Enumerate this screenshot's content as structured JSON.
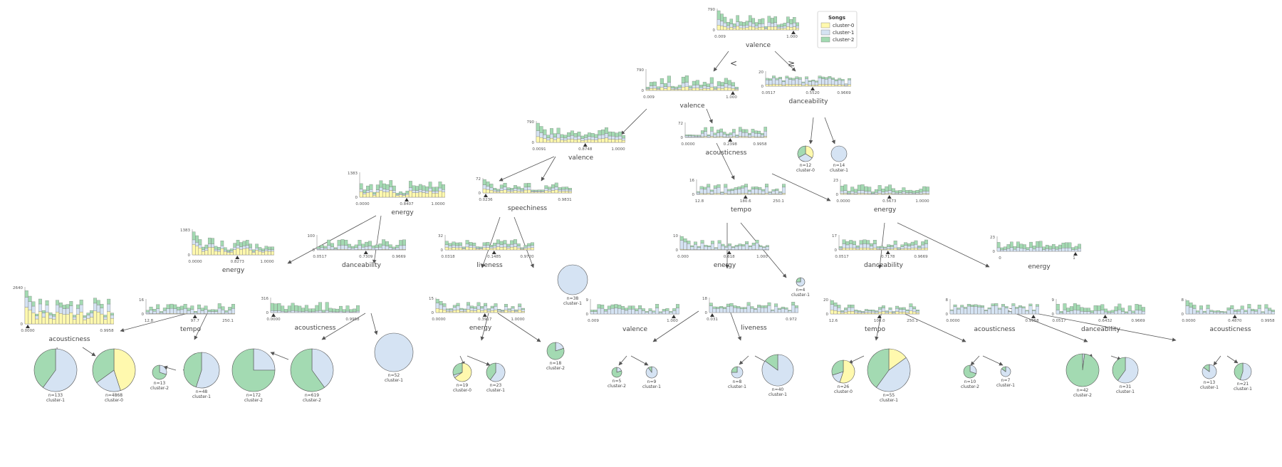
{
  "colors": {
    "cluster-0": "#fff9ae",
    "cluster-1": "#d5e3f3",
    "cluster-2": "#a3dab2",
    "edge": "#555555",
    "hist_edge": "#707070"
  },
  "legend": {
    "title": "Songs",
    "items": [
      "cluster-0",
      "cluster-1",
      "cluster-2"
    ]
  },
  "root_split_labels": {
    "left": "<",
    "right": "≥"
  },
  "nodes": [
    {
      "id": "n1",
      "feature": "valence",
      "ymax": "790",
      "ticks": [
        "0.009",
        "1.000"
      ],
      "split": "1.000",
      "mix": [
        0.25,
        0.3,
        0.45
      ]
    },
    {
      "id": "n2",
      "feature": "valence",
      "ymax": "790",
      "ticks": [
        "0.009",
        "1.000"
      ],
      "split": "1.000",
      "mix": [
        0.25,
        0.3,
        0.45
      ]
    },
    {
      "id": "n3",
      "feature": "danceability",
      "ymax": "20",
      "ticks": [
        "0.0517",
        "0.5520",
        "0.9669"
      ],
      "split": "0.5520",
      "mix": [
        0.2,
        0.6,
        0.2
      ]
    },
    {
      "id": "n4",
      "feature": "valence",
      "ymax": "790",
      "ticks": [
        "0.0091",
        "0.8748",
        "1.0000"
      ],
      "split": "0.8748",
      "mix": [
        0.3,
        0.3,
        0.4
      ]
    },
    {
      "id": "n5",
      "feature": "acousticness",
      "ymax": "72",
      "ticks": [
        "0.0000",
        "0.2398",
        "0.9958"
      ],
      "split": "0.2398",
      "mix": [
        0.1,
        0.5,
        0.4
      ]
    },
    {
      "id": "n6",
      "feature": "energy",
      "ymax": "1383",
      "ticks": [
        "0.0000",
        "0.8407",
        "1.0000"
      ],
      "split": "0.8407",
      "mix": [
        0.4,
        0.2,
        0.4
      ]
    },
    {
      "id": "n7",
      "feature": "speechiness",
      "ymax": "72",
      "ticks": [
        "0.0236",
        "0.9831"
      ],
      "split": "0.0236",
      "mix": [
        0.3,
        0.3,
        0.4
      ]
    },
    {
      "id": "n8",
      "feature": "tempo",
      "ymax": "16",
      "ticks": [
        "12.8",
        "180.6",
        "250.1"
      ],
      "split": "180.6",
      "mix": [
        0.1,
        0.6,
        0.3
      ]
    },
    {
      "id": "n9",
      "feature": "energy",
      "ymax": "23",
      "ticks": [
        "0.0000",
        "0.5673",
        "1.0000"
      ],
      "split": "0.5673",
      "mix": [
        0.1,
        0.3,
        0.6
      ]
    },
    {
      "id": "n10",
      "feature": "energy",
      "ymax": "1383",
      "ticks": [
        "0.0000",
        "0.8273",
        "1.0000"
      ],
      "split": "0.8273",
      "mix": [
        0.45,
        0.2,
        0.35
      ]
    },
    {
      "id": "n11",
      "feature": "danceability",
      "ymax": "100",
      "ticks": [
        "0.0517",
        "0.7309",
        "0.9669"
      ],
      "split": "0.7309",
      "mix": [
        0.05,
        0.4,
        0.55
      ]
    },
    {
      "id": "n12",
      "feature": "liveness",
      "ymax": "32",
      "ticks": [
        "0.0318",
        "0.1485",
        "0.9720"
      ],
      "split": "0.1485",
      "mix": [
        0.3,
        0.3,
        0.4
      ]
    },
    {
      "id": "n13",
      "feature": "energy",
      "ymax": "10",
      "ticks": [
        "0.000",
        "0.618",
        "1.000"
      ],
      "split": "0.618",
      "mix": [
        0.05,
        0.65,
        0.3
      ]
    },
    {
      "id": "n14",
      "feature": "danceability",
      "ymax": "17",
      "ticks": [
        "0.0517",
        "0.7178",
        "0.9669"
      ],
      "split": "0.7178",
      "mix": [
        0.2,
        0.4,
        0.4
      ]
    },
    {
      "id": "n15",
      "feature": "energy",
      "ymax": "23",
      "ticks": [
        "0",
        "1"
      ],
      "split": "0.9",
      "mix": [
        0.0,
        0.4,
        0.6
      ]
    },
    {
      "id": "n16",
      "feature": "acousticness",
      "ymax": "2640",
      "ticks": [
        "0.0000",
        "0.9958"
      ],
      "split": "0.0000",
      "mix": [
        0.5,
        0.3,
        0.2
      ]
    },
    {
      "id": "n17",
      "feature": "tempo",
      "ymax": "16",
      "ticks": [
        "12.8",
        "97.7",
        "250.1"
      ],
      "split": "97.7",
      "mix": [
        0.05,
        0.5,
        0.45
      ]
    },
    {
      "id": "n18",
      "feature": "acousticness",
      "ymax": "316",
      "ticks": [
        "0.0000",
        "0.9958"
      ],
      "split": "0.0000",
      "mix": [
        0.0,
        0.2,
        0.8
      ]
    },
    {
      "id": "n19",
      "feature": "energy",
      "ymax": "15",
      "ticks": [
        "0.0000",
        "0.3917",
        "1.0000"
      ],
      "split": "0.3917",
      "mix": [
        0.3,
        0.4,
        0.3
      ]
    },
    {
      "id": "n20",
      "feature": "valence",
      "ymax": "9",
      "ticks": [
        "0.009",
        "1.000"
      ],
      "split": "1.000",
      "mix": [
        0.0,
        0.6,
        0.4
      ]
    },
    {
      "id": "n21",
      "feature": "liveness",
      "ymax": "18",
      "ticks": [
        "0.031",
        "0.972"
      ],
      "split": "0.031",
      "mix": [
        0.0,
        0.7,
        0.3
      ]
    },
    {
      "id": "n22",
      "feature": "tempo",
      "ymax": "20",
      "ticks": [
        "12.6",
        "100.0",
        "250.1"
      ],
      "split": "100.0",
      "mix": [
        0.3,
        0.4,
        0.3
      ]
    },
    {
      "id": "n23",
      "feature": "acousticness",
      "ymax": "8",
      "ticks": [
        "0.0000",
        "0.9958"
      ],
      "split": "0.9958",
      "mix": [
        0.0,
        0.8,
        0.2
      ]
    },
    {
      "id": "n24",
      "feature": "danceability",
      "ymax": "9",
      "ticks": [
        "0.0517",
        "0.6432",
        "0.9669"
      ],
      "split": "0.6432",
      "mix": [
        0.0,
        0.4,
        0.6
      ]
    },
    {
      "id": "n25",
      "feature": "acousticness",
      "ymax": "8",
      "ticks": [
        "0.0000",
        "0.4870",
        "0.9958"
      ],
      "split": "0.4870",
      "mix": [
        0.0,
        0.6,
        0.4
      ]
    }
  ],
  "leaves": [
    {
      "id": "l1",
      "n": "n=12",
      "cls": "cluster-0",
      "parts": [
        0.34,
        0.33,
        0.33
      ]
    },
    {
      "id": "l2",
      "n": "n=14",
      "cls": "cluster-1",
      "parts": [
        0,
        1,
        0
      ]
    },
    {
      "id": "l3",
      "n": "n=38",
      "cls": "cluster-1",
      "parts": [
        0,
        1,
        0
      ]
    },
    {
      "id": "l4",
      "n": "n=4",
      "cls": "cluster-1",
      "parts": [
        0,
        0.75,
        0.25
      ]
    },
    {
      "id": "l5",
      "n": "n=52",
      "cls": "cluster-1",
      "parts": [
        0,
        1,
        0
      ]
    },
    {
      "id": "l6",
      "n": "n=18",
      "cls": "cluster-2",
      "parts": [
        0,
        0.2,
        0.8
      ]
    },
    {
      "id": "l7",
      "n": "n=133",
      "cls": "cluster-1",
      "parts": [
        0,
        0.6,
        0.4
      ]
    },
    {
      "id": "l8",
      "n": "n=4868",
      "cls": "cluster-0",
      "parts": [
        0.45,
        0.2,
        0.35
      ]
    },
    {
      "id": "l9",
      "n": "n=13",
      "cls": "cluster-2",
      "parts": [
        0,
        0.3,
        0.7
      ]
    },
    {
      "id": "l10",
      "n": "n=48",
      "cls": "cluster-1",
      "parts": [
        0,
        0.55,
        0.45
      ]
    },
    {
      "id": "l11",
      "n": "n=172",
      "cls": "cluster-2",
      "parts": [
        0,
        0.25,
        0.75
      ]
    },
    {
      "id": "l12",
      "n": "n=619",
      "cls": "cluster-2",
      "parts": [
        0,
        0.4,
        0.6
      ]
    },
    {
      "id": "l13",
      "n": "n=19",
      "cls": "cluster-0",
      "parts": [
        0.65,
        0.05,
        0.3
      ]
    },
    {
      "id": "l14",
      "n": "n=23",
      "cls": "cluster-1",
      "parts": [
        0,
        0.6,
        0.4
      ]
    },
    {
      "id": "l15",
      "n": "n=5",
      "cls": "cluster-2",
      "parts": [
        0,
        0.2,
        0.8
      ]
    },
    {
      "id": "l16",
      "n": "n=9",
      "cls": "cluster-1",
      "parts": [
        0,
        0.9,
        0.1
      ]
    },
    {
      "id": "l17",
      "n": "n=8",
      "cls": "cluster-1",
      "parts": [
        0,
        0.75,
        0.25
      ]
    },
    {
      "id": "l18",
      "n": "n=40",
      "cls": "cluster-1",
      "parts": [
        0,
        0.85,
        0.15
      ]
    },
    {
      "id": "l19",
      "n": "n=26",
      "cls": "cluster-0",
      "parts": [
        0.55,
        0.15,
        0.3
      ]
    },
    {
      "id": "l20",
      "n": "n=55",
      "cls": "cluster-1",
      "parts": [
        0.15,
        0.45,
        0.4
      ]
    },
    {
      "id": "l21",
      "n": "n=10",
      "cls": "cluster-2",
      "parts": [
        0,
        0.3,
        0.7
      ]
    },
    {
      "id": "l22",
      "n": "n=7",
      "cls": "cluster-1",
      "parts": [
        0,
        0.85,
        0.15
      ]
    },
    {
      "id": "l23",
      "n": "n=42",
      "cls": "cluster-2",
      "parts": [
        0,
        0.02,
        0.98
      ]
    },
    {
      "id": "l24",
      "n": "n=31",
      "cls": "cluster-1",
      "parts": [
        0,
        0.6,
        0.4
      ]
    },
    {
      "id": "l25",
      "n": "n=13",
      "cls": "cluster-1",
      "parts": [
        0,
        0.85,
        0.15
      ]
    },
    {
      "id": "l26",
      "n": "n=21",
      "cls": "cluster-1",
      "parts": [
        0,
        0.55,
        0.45
      ]
    }
  ]
}
